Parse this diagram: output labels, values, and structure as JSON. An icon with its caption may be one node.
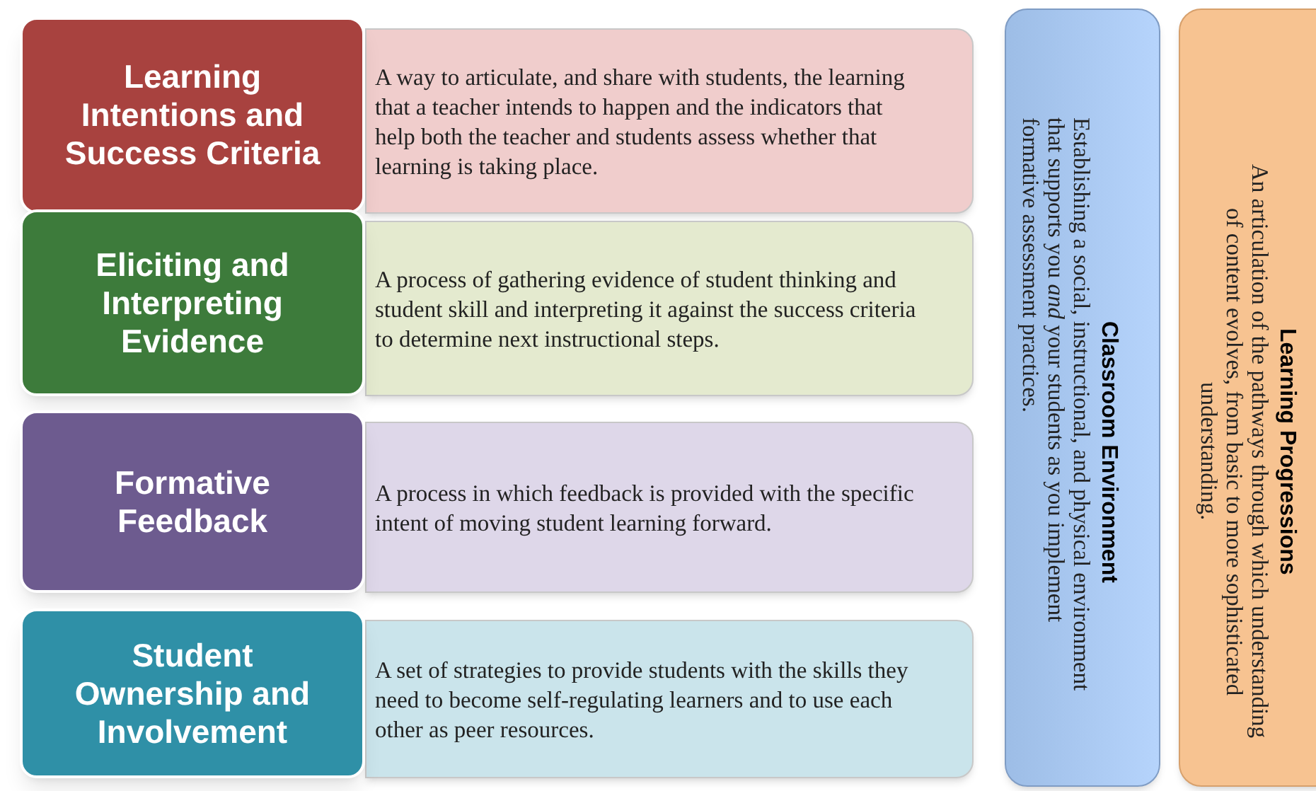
{
  "diagram": {
    "nodes": [
      {
        "text": [
          "Learning Intentions and Success Criteria"
        ]
      },
      {
        "text": [
          "A way to articulate, and share with students, the learning that a teacher intends to happen and the indicators that help both the teacher and students assess whether that learning is taking place."
        ]
      },
      {
        "text": [
          "Eliciting and Interpreting Evidence"
        ]
      },
      {
        "text": [
          "A process of gathering evidence of student thinking and student skill and interpreting it against the success criteria to determine next instructional steps."
        ]
      },
      {
        "text": [
          "Formative Feedback"
        ]
      },
      {
        "text": [
          "A process in which feedback is provided with the specific intent of moving student learning forward."
        ]
      },
      {
        "text": [
          "Student Ownership and Involvement"
        ]
      },
      {
        "text": [
          "A set of strategies to provide students with the skills they need to become self-regulating learners and to use each other as peer resources."
        ]
      },
      {
        "text": [
          "Classroom Environment",
          "Establishing a social, instructional, and physical environment that supports you *and* your students as you implement formative assessment practices."
        ]
      },
      {
        "text": [
          "Learning Progressions",
          "An articulation of the pathways through which understanding of content evolves, from basic to more sophisticated understanding."
        ]
      }
    ]
  }
}
